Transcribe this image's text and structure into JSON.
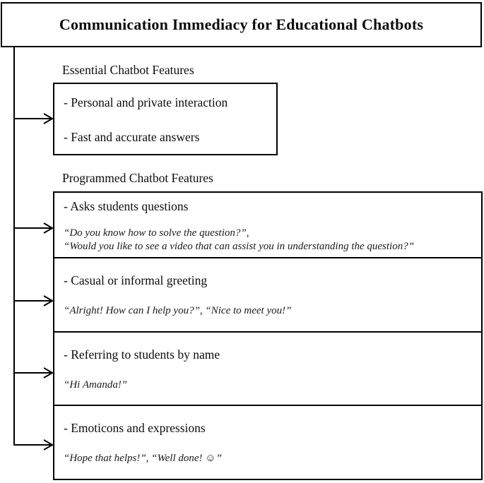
{
  "title": "Communication Immediacy for Educational Chatbots",
  "colors": {
    "ink": "#000000",
    "background": "#ffffff"
  },
  "essential": {
    "label": "Essential Chatbot Features",
    "items": [
      "- Personal and private interaction",
      "- Fast and accurate answers"
    ]
  },
  "programmed": {
    "label": "Programmed Chatbot Features",
    "rows": [
      {
        "feature": "- Asks students questions",
        "quotes": [
          "“Do you know how to solve the question?”,",
          "“Would you like to see a video that can assist you in understanding the question?”"
        ]
      },
      {
        "feature": "- Casual or informal greeting",
        "quotes": [
          "“Alright! How can I help you?”,  “Nice to meet you!”"
        ]
      },
      {
        "feature": "- Referring to students by name",
        "quotes": [
          "“Hi Amanda!”"
        ]
      },
      {
        "feature": "- Emoticons and expressions",
        "quotes": [
          "“Hope that helps!”, “Well done! ☺”"
        ]
      }
    ]
  }
}
